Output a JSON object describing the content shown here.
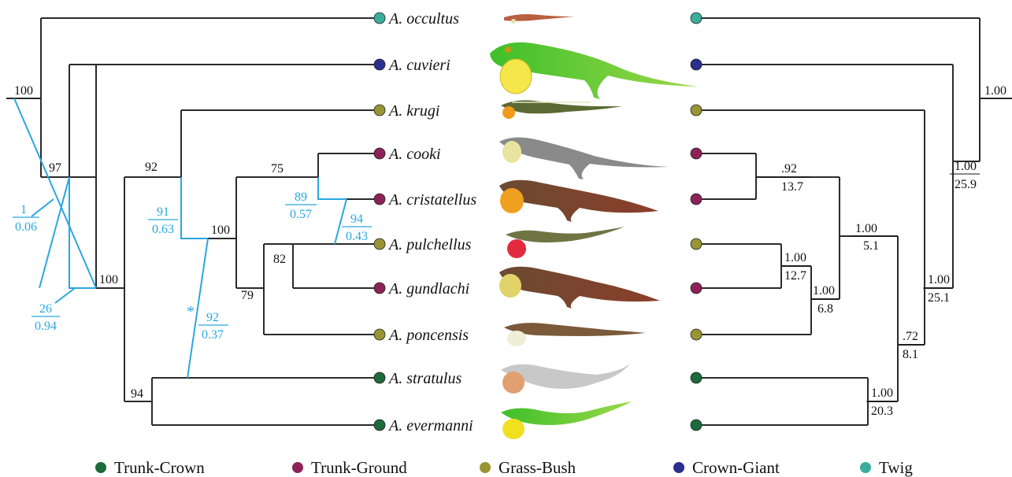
{
  "colors": {
    "trunk_crown": "#1c6b3a",
    "trunk_ground": "#8c2257",
    "grass_bush": "#999535",
    "crown_giant": "#2b2f8f",
    "twig": "#3aae9a",
    "tree_line": "#2b2b2b",
    "highlight": "#2aa7df"
  },
  "taxa": [
    {
      "label": "A. occultus",
      "ecomorph": "twig",
      "icon": "occultus-lizard-icon"
    },
    {
      "label": "A. cuvieri",
      "ecomorph": "crown_giant",
      "icon": "cuvieri-lizard-icon"
    },
    {
      "label": "A. krugi",
      "ecomorph": "grass_bush",
      "icon": "krugi-lizard-icon"
    },
    {
      "label": "A. cooki",
      "ecomorph": "trunk_ground",
      "icon": "cooki-lizard-icon"
    },
    {
      "label": "A. cristatellus",
      "ecomorph": "trunk_ground",
      "icon": "cristatellus-lizard-icon"
    },
    {
      "label": "A. pulchellus",
      "ecomorph": "grass_bush",
      "icon": "pulchellus-lizard-icon"
    },
    {
      "label": "A. gundlachi",
      "ecomorph": "trunk_ground",
      "icon": "gundlachi-lizard-icon"
    },
    {
      "label": "A. poncensis",
      "ecomorph": "grass_bush",
      "icon": "poncensis-lizard-icon"
    },
    {
      "label": "A. stratulus",
      "ecomorph": "trunk_crown",
      "icon": "stratulus-lizard-icon"
    },
    {
      "label": "A. evermanni",
      "ecomorph": "trunk_crown",
      "icon": "evermanni-lizard-icon"
    }
  ],
  "left_tree": {
    "support": {
      "root": "100",
      "n97": "97",
      "n100b": "100",
      "n92": "92",
      "n94": "94",
      "n100c": "100",
      "n75": "75",
      "n79": "79",
      "n82": "82"
    },
    "alt_support": [
      {
        "top": "1",
        "bottom": "0.06"
      },
      {
        "top": "26",
        "bottom": "0.94"
      },
      {
        "top": "91",
        "bottom": "0.63"
      },
      {
        "top": "92",
        "bottom": "0.37"
      },
      {
        "top": "89",
        "bottom": "0.57"
      },
      {
        "top": "94",
        "bottom": "0.43"
      }
    ],
    "asterisk": "*"
  },
  "right_tree": {
    "root": {
      "top": "1.00"
    },
    "n1": {
      "top": "1.00",
      "bottom": "25.9"
    },
    "n2": {
      "top": "1.00",
      "bottom": "25.1"
    },
    "n3": {
      "top": ".72",
      "bottom": "8.1"
    },
    "n4": {
      "top": "1.00",
      "bottom": "20.3"
    },
    "n5": {
      "top": "1.00",
      "bottom": "5.1"
    },
    "n6": {
      "top": ".92",
      "bottom": "13.7"
    },
    "n7": {
      "top": "1.00",
      "bottom": "6.8"
    },
    "n8": {
      "top": "1.00",
      "bottom": "12.7"
    }
  },
  "legend": [
    {
      "label": "Trunk-Crown",
      "ecomorph": "trunk_crown"
    },
    {
      "label": "Trunk-Ground",
      "ecomorph": "trunk_ground"
    },
    {
      "label": "Grass-Bush",
      "ecomorph": "grass_bush"
    },
    {
      "label": "Crown-Giant",
      "ecomorph": "crown_giant"
    },
    {
      "label": "Twig",
      "ecomorph": "twig"
    }
  ]
}
